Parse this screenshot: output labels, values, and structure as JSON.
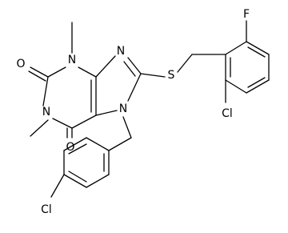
{
  "atoms": {
    "o2": "O",
    "n3": "N",
    "n9": "N",
    "s": "S",
    "f": "F",
    "n1": "N",
    "n7": "N",
    "o6": "O",
    "cl_right": "Cl",
    "cl_bottom": "Cl"
  },
  "colors": {
    "bond": "#000000",
    "label": "#000000",
    "background": "#ffffff"
  }
}
